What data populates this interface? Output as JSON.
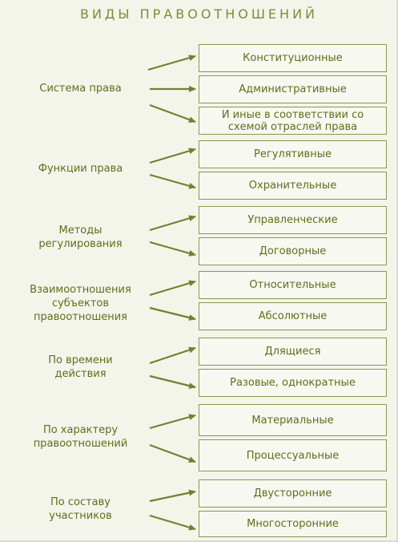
{
  "title": "ВИДЫ ПРАВООТНОШЕНИЙ",
  "colors": {
    "background": "#f3f5ea",
    "text": "#5c6f1c",
    "arrow": "#6e8230",
    "box_border": "#8a9850"
  },
  "groups": [
    {
      "label": "Система права",
      "types": [
        "Конституционные",
        "Административные",
        "И иные в соответствии со\nсхемой отраслей права"
      ]
    },
    {
      "label": "Функции права",
      "types": [
        "Регулятивные",
        "Охранительные"
      ]
    },
    {
      "label": "Методы\nрегулирования",
      "types": [
        "Управленческие",
        "Договорные"
      ]
    },
    {
      "label": "Взаимоотношения\nсубъектов\nправоотношения",
      "types": [
        "Относительные",
        "Абсолютные"
      ]
    },
    {
      "label": "По времени\nдействия",
      "types": [
        "Длящиеся",
        "Разовые, однократные"
      ]
    },
    {
      "label": "По характеру\nправоотношений",
      "types": [
        "Материальные",
        "Процессуальные"
      ]
    },
    {
      "label": "По составу\nучастников",
      "types": [
        "Двусторонние",
        "Многосторонние"
      ]
    }
  ]
}
